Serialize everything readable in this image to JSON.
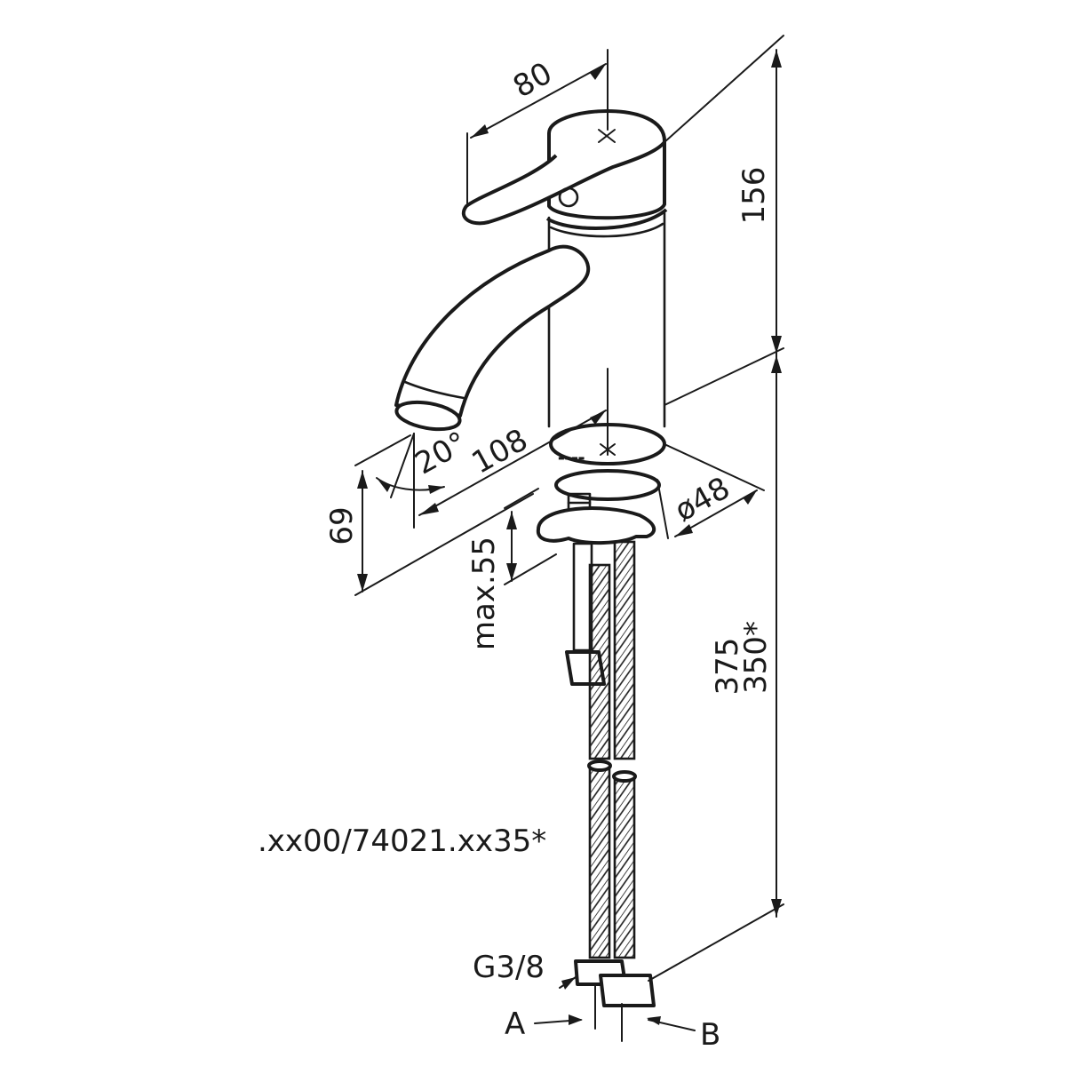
{
  "dimensions": {
    "spout_reach": "80",
    "body_height": "156",
    "outlet_spacing": "108",
    "outlet_angle": "20°",
    "outlet_height": "69",
    "base_diameter": "ø48",
    "max_deck_thickness": "max.55",
    "hose_length": "375",
    "hose_length_alt": "350*"
  },
  "connections": {
    "thread": "G3/8",
    "inlet_a": "A",
    "inlet_b": "B"
  },
  "model_code": ".xx00/74021.xx35*"
}
